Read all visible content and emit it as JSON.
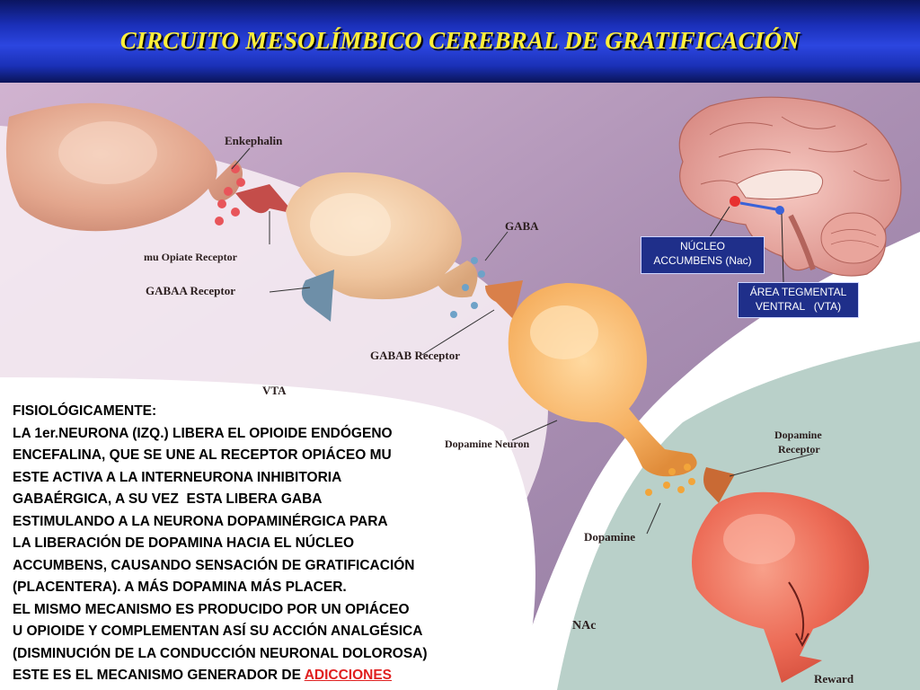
{
  "title": "CIRCUITO MESOLÍMBICO CEREBRAL DE GRATIFICACIÓN",
  "diagram_labels": {
    "enkephalin": "Enkephalin",
    "mu_receptor": "mu Opiate Receptor",
    "gabaa_receptor": "GABAA Receptor",
    "gaba": "GABA",
    "gabab_receptor": "GABAB Receptor",
    "vta": "VTA",
    "dopamine_neuron": "Dopamine Neuron",
    "dopamine_receptor_line1": "Dopamine",
    "dopamine_receptor_line2": "Receptor",
    "dopamine": "Dopamine",
    "nac": "NAc",
    "reward": "Reward"
  },
  "brain_labels": {
    "nac_line1": "NÚCLEO",
    "nac_line2": "ACCUMBENS (Nac)",
    "vta_line1": "ÁREA TEGMENTAL",
    "vta_line2": "VENTRAL   (VTA)"
  },
  "text_lines": [
    "FISIOLÓGICAMENTE:",
    "LA 1er.NEURONA (IZQ.) LIBERA EL OPIOIDE ENDÓGENO",
    "ENCEFALINA, QUE SE UNE AL RECEPTOR OPIÁCEO MU",
    "ESTE ACTIVA A LA INTERNEURONA INHIBITORIA",
    "GABAÉRGICA, A SU VEZ  ESTA LIBERA GABA",
    "ESTIMULANDO A LA NEURONA DOPAMINÉRGICA PARA",
    "LA LIBERACIÓN DE DOPAMINA HACIA EL NÚCLEO",
    "ACCUMBENS, CAUSANDO SENSACIÓN DE GRATIFICACIÓN",
    "(PLACENTERA). A MÁS DOPAMINA MÁS PLACER.",
    "EL MISMO MECANISMO ES PRODUCIDO POR UN OPIÁCEO",
    "U OPIOIDE Y COMPLEMENTAN ASÍ SU ACCIÓN ANALGÉSICA",
    "(DISMINUCIÓN DE LA CONDUCCIÓN NEURONAL DOLOROSA)"
  ],
  "last_line": {
    "prefix": "ESTE ES EL MECANISMO GENERADOR DE ",
    "highlight": "ADICCIONES"
  }
}
